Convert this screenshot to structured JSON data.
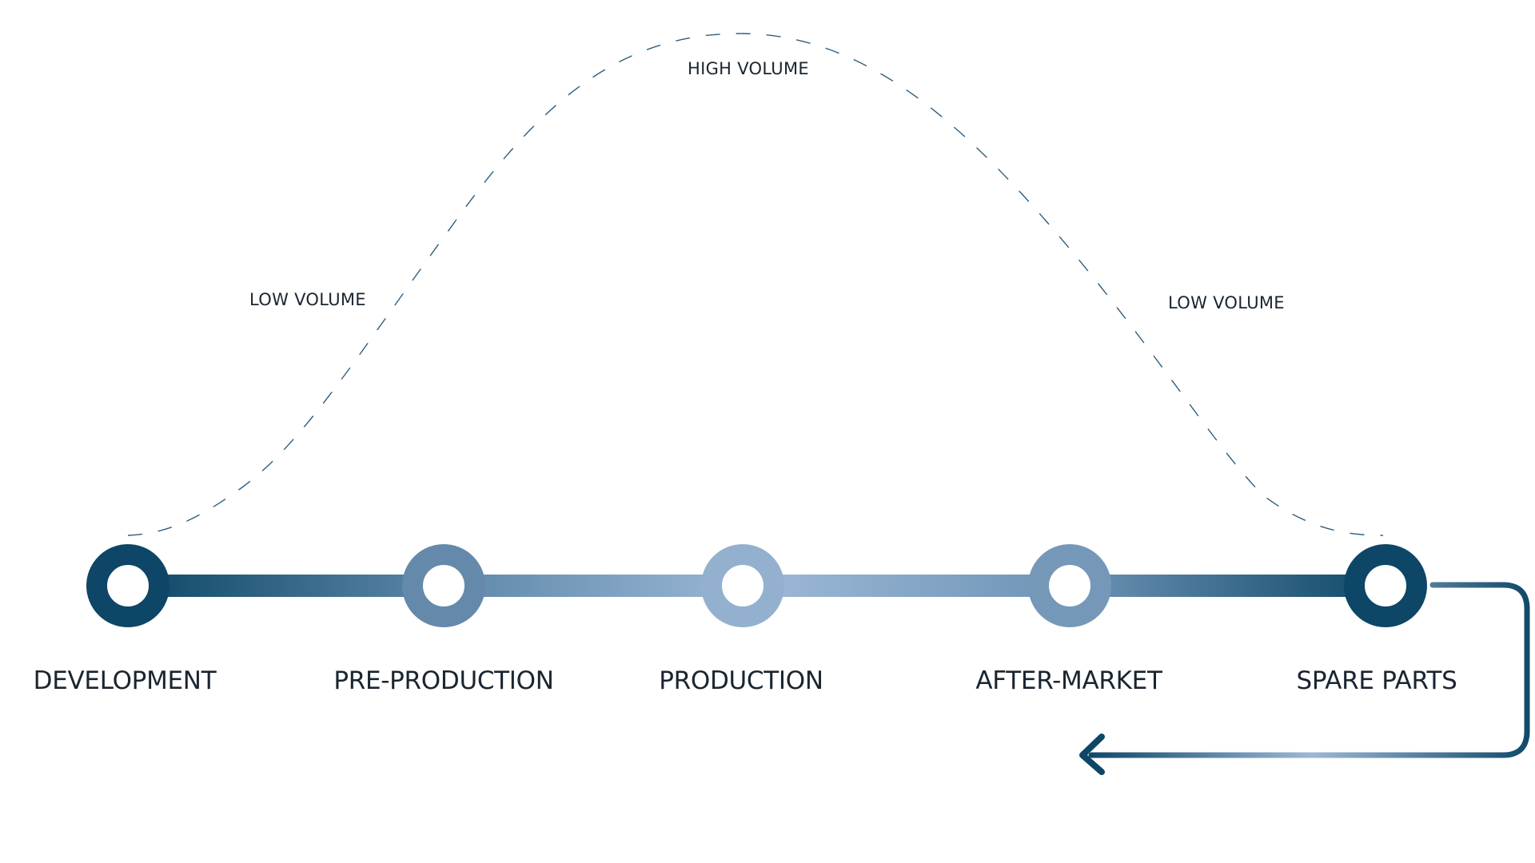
{
  "diagram": {
    "volume_labels": {
      "left": "LOW VOLUME",
      "peak": "HIGH VOLUME",
      "right": "LOW VOLUME"
    },
    "stages": [
      {
        "label": "DEVELOPMENT"
      },
      {
        "label": "PRE-PRODUCTION"
      },
      {
        "label": "PRODUCTION"
      },
      {
        "label": "AFTER-MARKET"
      },
      {
        "label": "SPARE PARTS"
      }
    ],
    "colors": {
      "dark": "#0d4666",
      "mid": "#5d87a9",
      "light": "#9db8d6",
      "curve": "#2f5e7e",
      "text": "#1a2530"
    }
  }
}
